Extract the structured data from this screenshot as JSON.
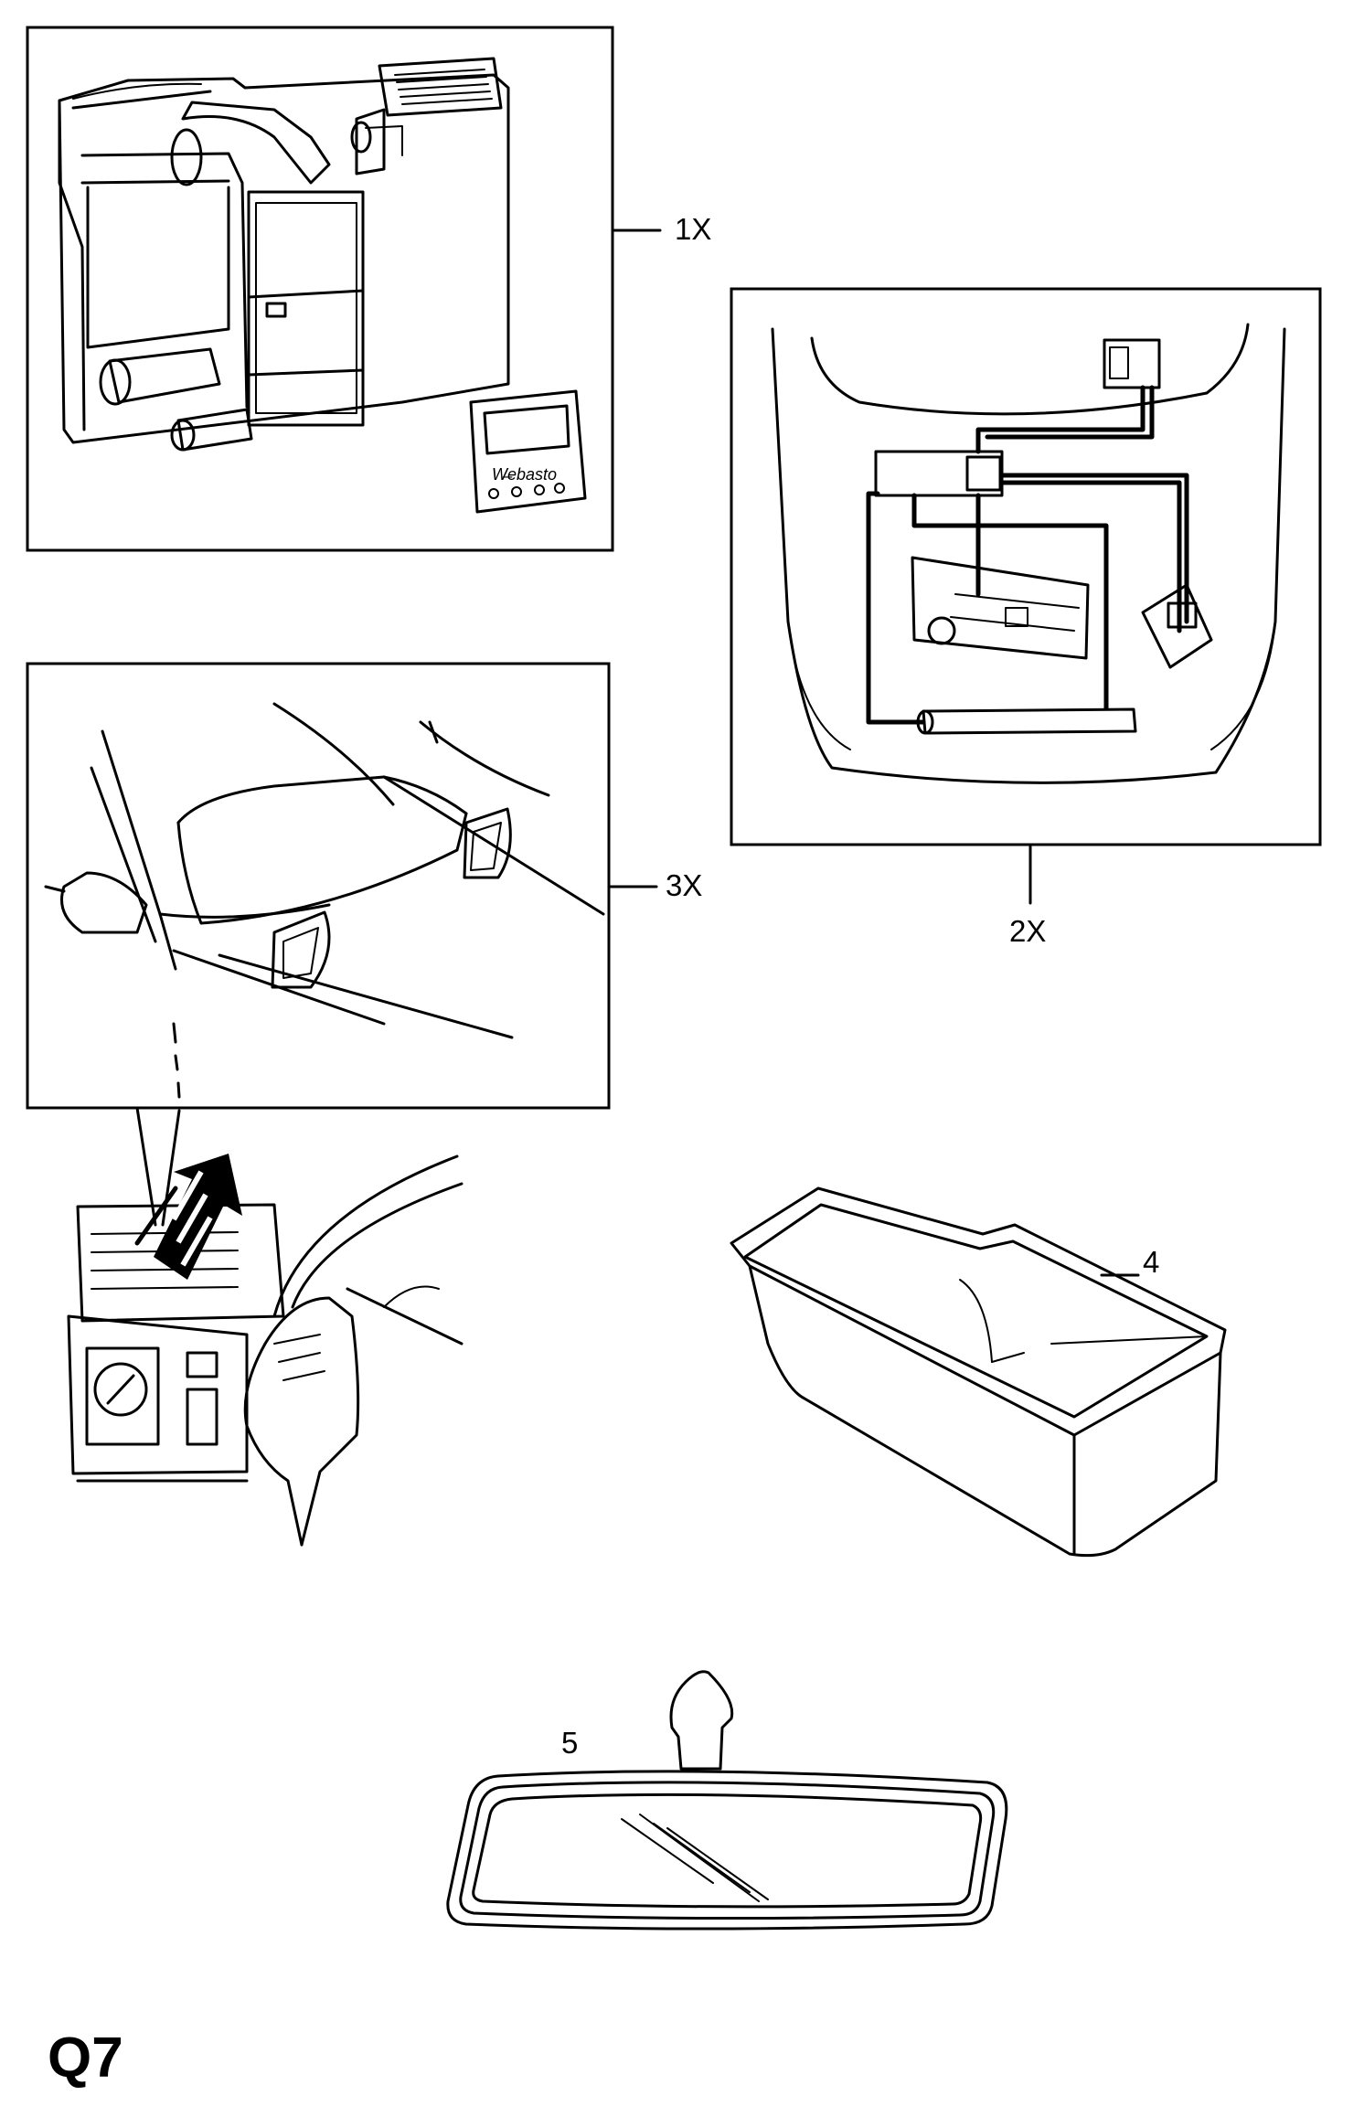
{
  "callouts": {
    "item_1": "1X",
    "item_2": "2X",
    "item_3": "3X",
    "item_4": "4",
    "item_5": "5"
  },
  "page_code": "Q7"
}
